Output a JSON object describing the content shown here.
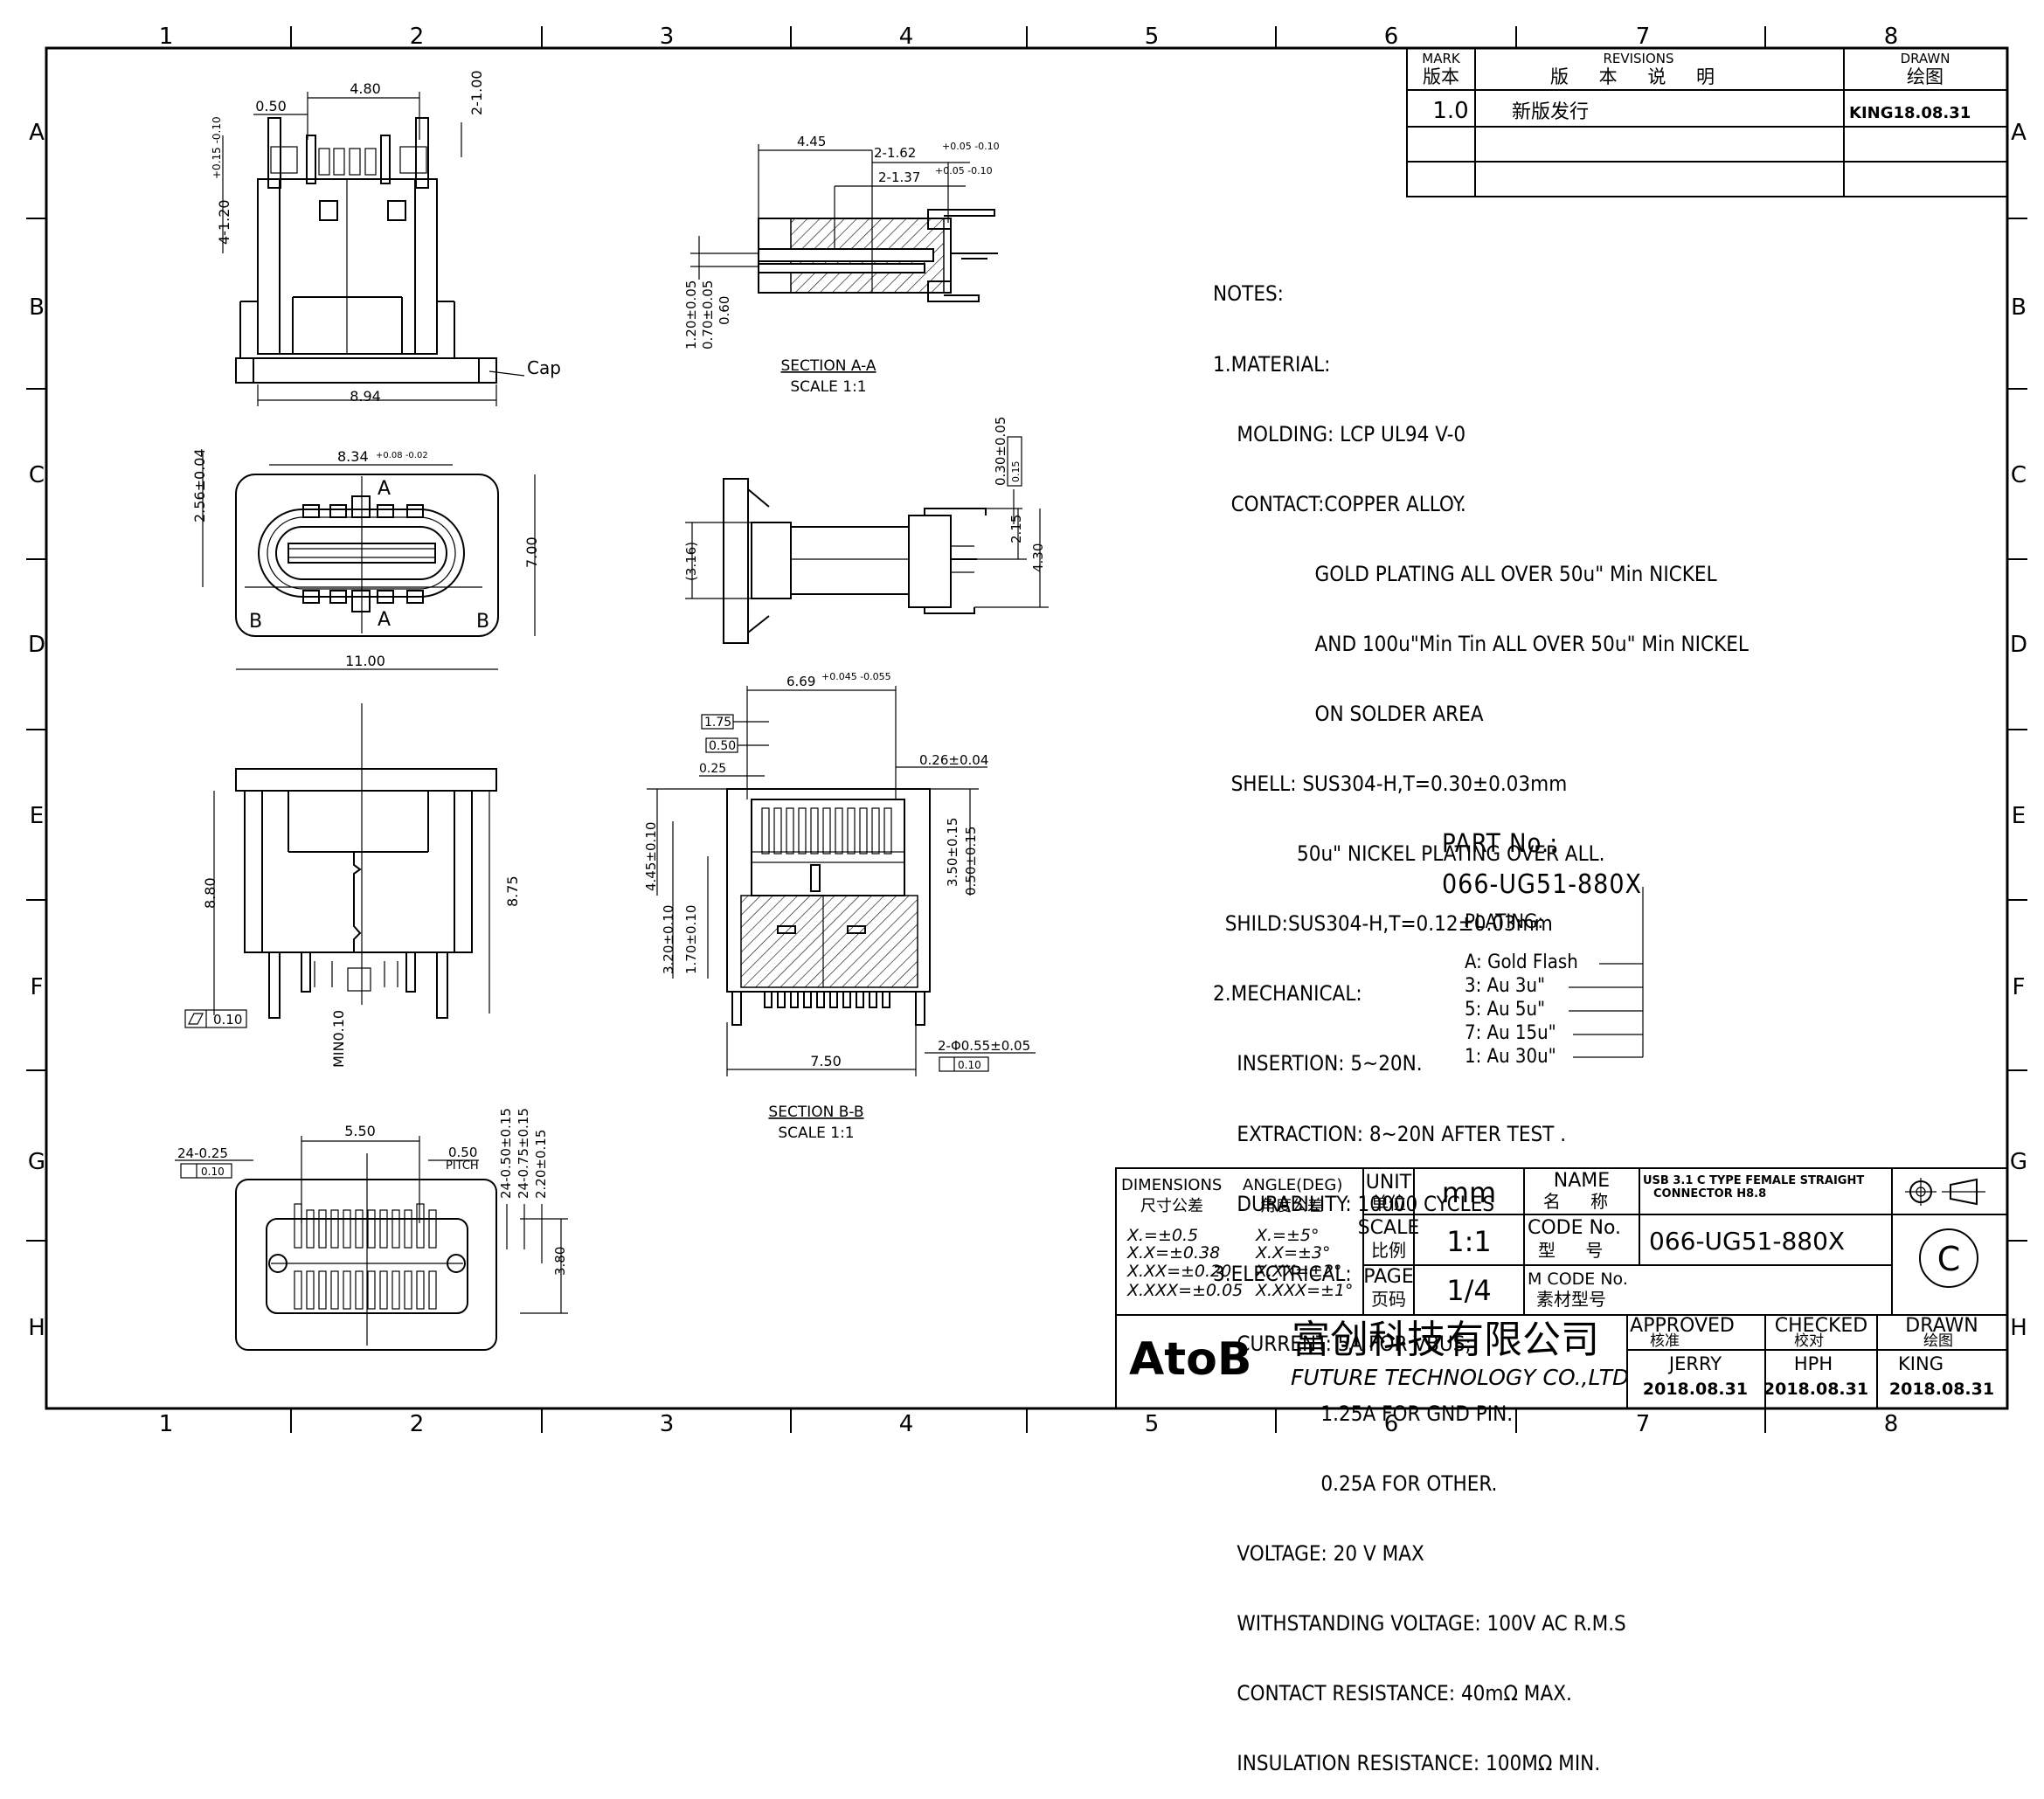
{
  "grid": {
    "columns": [
      "1",
      "2",
      "3",
      "4",
      "5",
      "6",
      "7",
      "8"
    ],
    "rows": [
      "A",
      "B",
      "C",
      "D",
      "E",
      "F",
      "G",
      "H"
    ]
  },
  "revision_block": {
    "mark_header": "MARK",
    "mark_header_cn": "版本",
    "revisions_header": "REVISIONS",
    "revisions_header_cn": "版 本 说 明",
    "drawn_header": "DRAWN",
    "drawn_header_cn": "绘图",
    "rows": [
      {
        "mark": "1.0",
        "description": "新版发行",
        "drawn": "KING18.08.31"
      }
    ]
  },
  "notes": {
    "heading": "NOTES:",
    "lines": [
      "1.MATERIAL:",
      "    MOLDING: LCP UL94 V-0",
      "   CONTACT:COPPER ALLOY.",
      "                 GOLD PLATING ALL OVER 50u\" Min NICKEL",
      "                 AND 100u\"Min Tin ALL OVER 50u\" Min NICKEL",
      "                 ON SOLDER AREA",
      "   SHELL: SUS304-H,T=0.30±0.03mm",
      "              50u\" NICKEL PLATING OVER ALL.",
      "  SHILD:SUS304-H,T=0.12±0.03mm",
      "2.MECHANICAL:",
      "    INSERTION: 5~20N.",
      "    EXTRACTION: 8~20N AFTER TEST .",
      "    DURABILITY: 10000 CYCLES",
      "3.ELECTRICAL:",
      "    CURRENT: 5A FOR VBUS;",
      "                  1.25A FOR GND PIN.",
      "                  0.25A FOR OTHER.",
      "    VOLTAGE: 20 V MAX",
      "    WITHSTANDING VOLTAGE: 100V AC R.M.S",
      "    CONTACT RESISTANCE: 40mΩ MAX.",
      "    INSULATION RESISTANCE: 100MΩ MIN."
    ]
  },
  "part": {
    "label": "PART No.:",
    "number": "066-UG51-880X",
    "plating_label": "PLATING:",
    "plating_options": [
      "A: Gold Flash",
      "3: Au 3u\"",
      "5: Au 5u\"",
      "7: Au 15u\"",
      "1: Au 30u\""
    ]
  },
  "dimensions": {
    "top_view": {
      "d1": "4.80",
      "d2": "0.50",
      "d3": "2-1.00",
      "d4": "4-1.20",
      "d4_tol": "+0.15 -0.10",
      "d5": "8.94",
      "cap": "Cap"
    },
    "front_view": {
      "d1": "8.34",
      "d1_tol": "+0.08 -0.02",
      "d2": "2.56±0.04",
      "d3": "7.00",
      "d4": "11.00",
      "sec_a": "A",
      "sec_b": "B"
    },
    "side_view": {
      "d1": "8.80",
      "d2": "8.75",
      "flat": "0.10",
      "d3": "MIN0.10"
    },
    "pad_view": {
      "d1": "24-0.25",
      "d1_tol": "0.10",
      "d2": "5.50",
      "d3": "0.50",
      "d3b": "PITCH",
      "d4": "24-0.50±0.15",
      "d5": "24-0.75±0.15",
      "d6": "2.20±0.15",
      "d7": "3.80"
    },
    "section_a": {
      "d1": "4.45",
      "d2": "2-1.62",
      "d2_tol": "+0.05 -0.10",
      "d3": "2-1.37",
      "d3_tol": "+0.05 -0.10",
      "d4": "1.20±0.05",
      "d5": "0.70±0.05",
      "d6": "0.60",
      "title": "SECTION A-A",
      "scale": "SCALE 1:1"
    },
    "mid_view": {
      "d1": "0.30±0.05",
      "d1_tol": "0.15",
      "d2": "(3.16)",
      "d3": "2.15",
      "d4": "4.30"
    },
    "section_b": {
      "d1": "6.69",
      "d1_tol": "+0.045 -0.055",
      "d2": "1.75",
      "d3": "0.50",
      "d4": "0.25",
      "d5": "0.26±0.04",
      "d6": "4.45±0.10",
      "d7": "3.20±0.10",
      "d8": "1.70±0.10",
      "d9": "3.50±0.15",
      "d10": "0.50±0.15",
      "d11": "7.50",
      "d12": "2-Φ0.55±0.05",
      "d12_tol": "0.10",
      "title": "SECTION B-B",
      "scale": "SCALE 1:1"
    }
  },
  "title_block": {
    "dimensions_label": "DIMENSIONS",
    "dimensions_cn": "尺寸公差",
    "angle_label": "ANGLE(DEG)",
    "angle_cn": "角度公差",
    "tol_linear": [
      "X.=±0.5",
      "X.X=±0.38",
      "X.XX=±0.20",
      "X.XXX=±0.05"
    ],
    "tol_angle": [
      "X.=±5°",
      "X.X=±3°",
      "X.XX=±2°",
      "X.XXX=±1°"
    ],
    "unit_label": "UNIT",
    "unit_cn": "单位",
    "unit_value": "mm",
    "scale_label": "SCALE",
    "scale_cn": "比例",
    "scale_value": "1:1",
    "page_label": "PAGE",
    "page_cn": "页码",
    "page_value": "1/4",
    "name_label": "NAME",
    "name_cn": "名 称",
    "name_value_1": "USB 3.1 C TYPE FEMALE STRAIGHT",
    "name_value_2": "CONNECTOR H8.8",
    "code_label": "CODE No.",
    "code_cn": "型 号",
    "code_value": "066-UG51-880X",
    "mcode_label": "M CODE No.",
    "mcode_cn": "素材型号",
    "copyright": "C",
    "logo": "AtoB",
    "company_cn": "富创科技有限公司",
    "company_en": "FUTURE TECHNOLOGY CO.,LTD",
    "approved_label": "APPROVED",
    "approved_cn": "核准",
    "approved_name": "JERRY",
    "approved_date": "2018.08.31",
    "checked_label": "CHECKED",
    "checked_cn": "校对",
    "checked_name": "HPH",
    "checked_date": "2018.08.31",
    "drawn_label": "DRAWN",
    "drawn_cn": "绘图",
    "drawn_name": "KING",
    "drawn_date": "2018.08.31"
  }
}
